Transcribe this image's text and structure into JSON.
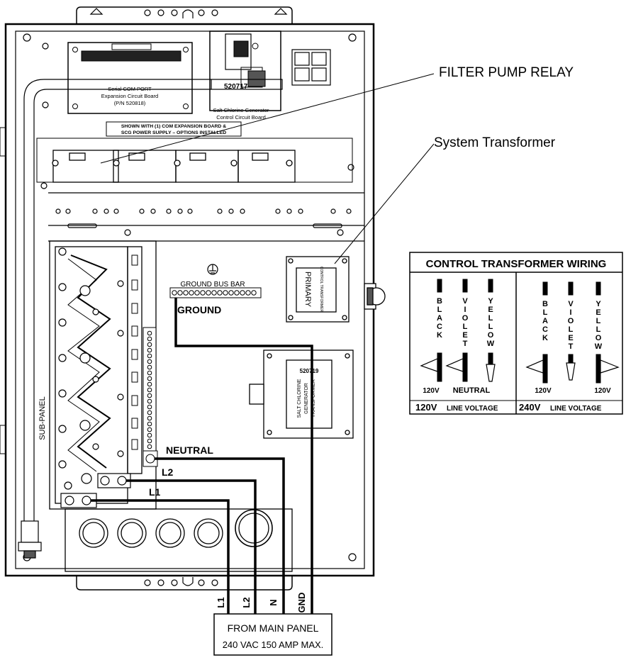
{
  "callouts": {
    "filter_pump_relay": "FILTER PUMP RELAY",
    "system_transformer": "System Transformer"
  },
  "boards": {
    "com_port_line1": "Serial COM PORT",
    "com_port_line2": "Expansion Circuit Board",
    "com_port_line3": "(P/N 520818)",
    "scg_line1": "Salt Chlorine Generator",
    "scg_line2": "Control Circuit Board",
    "options_line1": "SHOWN WITH (1) COM EXPANSION BOARD &",
    "options_line2": "SCG POWER SUPPLY – OPTIONS INSTALLED",
    "board_number": "520717"
  },
  "panel": {
    "sub_panel": "SUB-PANEL",
    "ground_bus_bar": "GROUND BUS BAR",
    "ground": "GROUND",
    "neutral": "NEUTRAL",
    "l2": "L2",
    "l1": "L1"
  },
  "transformers": {
    "primary": "PRIMARY",
    "control_transformer": "CONTROL TRANSFORMER",
    "scg_part": "520719",
    "scg_line1": "SALT CHLORINE",
    "scg_line2": "GENERATOR",
    "scg_line3": "TRANSFORMER"
  },
  "wire_labels": {
    "l1": "L1",
    "l2": "L2",
    "n": "N",
    "gnd": "GND"
  },
  "main_panel": {
    "line1": "FROM MAIN PANEL",
    "line2": "240 VAC 150 AMP MAX."
  },
  "ctw": {
    "title": "CONTROL TRANSFORMER WIRING",
    "left": {
      "wires": [
        "BLACK",
        "VIOLET",
        "YELLOW"
      ],
      "v1": "120V",
      "v2": "NEUTRAL",
      "footer_bold": "120V",
      "footer": "LINE VOLTAGE"
    },
    "right": {
      "wires": [
        "BLACK",
        "VIOLET",
        "YELLOW"
      ],
      "v1": "120V",
      "v2": "120V",
      "footer_bold": "240V",
      "footer": "LINE VOLTAGE"
    }
  }
}
